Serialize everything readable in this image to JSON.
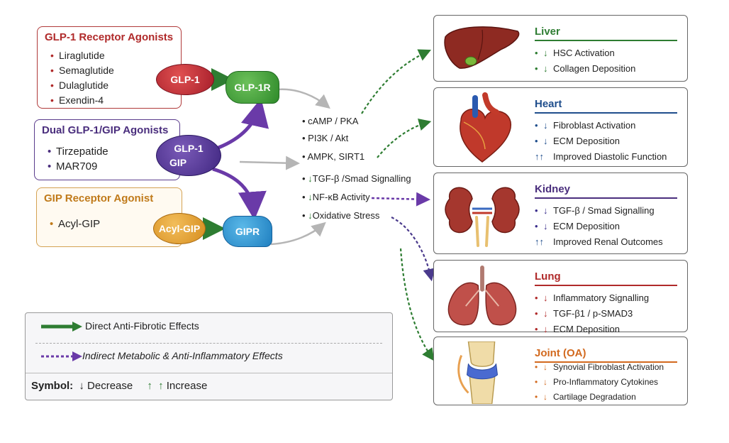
{
  "agonists": {
    "glp1": {
      "title": "GLP-1 Receptor Agonists",
      "drugs": [
        "Liraglutide",
        "Semaglutide",
        "Dulaglutide",
        "Exendin-4"
      ],
      "ligand": "GLP-1",
      "receptor": "GLP-1R"
    },
    "dual": {
      "title": "Dual GLP-1/GIP Agonists",
      "drugs": [
        "Tirzepatide",
        "MAR709"
      ],
      "ligand_line1": "GLP-1",
      "ligand_line2": "GIP"
    },
    "gip": {
      "title": "GIP Receptor Agonist",
      "drugs": [
        "Acyl-GIP"
      ],
      "ligand": "Acyl-GIP",
      "receptor": "GIPR"
    }
  },
  "mechanisms": [
    {
      "symbol": "",
      "text": "cAMP / PKA"
    },
    {
      "symbol": "",
      "text": "PI3K / Akt"
    },
    {
      "symbol": "",
      "text": "AMPK, SIRT1"
    },
    {
      "symbol": "↓",
      "text": "TGF-β /Smad Signalling"
    },
    {
      "symbol": "↓",
      "text": "NF-κB Activity"
    },
    {
      "symbol": "↓",
      "text": "Oxidative Stress"
    }
  ],
  "organs": [
    {
      "name": "Liver",
      "color": "#2e7d32",
      "symbol_color": "#2e7d32",
      "effects": [
        {
          "symbol": "↓",
          "text": "HSC Activation"
        },
        {
          "symbol": "↓",
          "text": "Collagen Deposition"
        }
      ]
    },
    {
      "name": "Heart",
      "color": "#1f4e8c",
      "symbol_color": "#1f4e8c",
      "effects": [
        {
          "symbol": "↓",
          "text": "Fibroblast Activation"
        },
        {
          "symbol": "↓",
          "text": "ECM Deposition"
        },
        {
          "symbol": "↑↑",
          "text": "Improved Diastolic Function"
        }
      ]
    },
    {
      "name": "Kidney",
      "color": "#4a2e7d",
      "symbol_color": "#3a2e8c",
      "effects": [
        {
          "symbol": "↓",
          "text": "TGF-β / Smad Signalling"
        },
        {
          "symbol": "↓",
          "text": "ECM Deposition"
        },
        {
          "symbol": "↑↑",
          "text": "Improved Renal Outcomes"
        }
      ]
    },
    {
      "name": "Lung",
      "color": "#b02a2a",
      "symbol_color": "#b02a2a",
      "effects": [
        {
          "symbol": "↓",
          "text": "Inflammatory Signalling"
        },
        {
          "symbol": "↓",
          "text": "TGF-β1 / p-SMAD3"
        },
        {
          "symbol": "↓",
          "text": "ECM Deposition"
        }
      ]
    },
    {
      "name": "Joint (OA)",
      "color": "#d2691e",
      "symbol_color": "#d2691e",
      "effects": [
        {
          "symbol": "↓",
          "text": "Synovial Fibroblast Activation"
        },
        {
          "symbol": "↓",
          "text": "Pro-Inflammatory Cytokines"
        },
        {
          "symbol": "↓",
          "text": "Cartilage Degradation"
        }
      ]
    }
  ],
  "legend": {
    "direct": "Direct Anti-Fibrotic Effects",
    "indirect": "Indirect Metabolic & Anti-Inflammatory Effects",
    "symbol_label": "Symbol:",
    "decrease_symbol": "↓",
    "decrease": "Decrease",
    "increase_symbol1": "↑",
    "increase_symbol2": "↑",
    "increase": "Increase"
  },
  "colors": {
    "green": "#2e7d32",
    "purple": "#6a3aa8",
    "red": "#b02a2a",
    "gold": "#e0a23a",
    "blue": "#2a8fd0"
  }
}
